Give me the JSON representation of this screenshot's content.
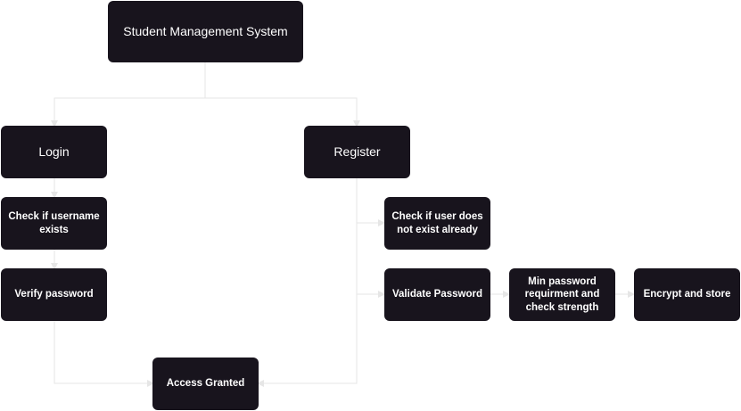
{
  "nodes": {
    "root": "Student Management System",
    "login": "Login",
    "register": "Register",
    "check_username": "Check if username exists",
    "verify_password": "Verify password",
    "access_granted": "Access Granted",
    "check_user": "Check if user does not exist already",
    "validate_password": "Validate Password",
    "min_password": "Min password requirment and check strength",
    "encrypt_store": "Encrypt and store"
  },
  "colors": {
    "node_fill": "#18141d",
    "node_text": "#ffffff",
    "edge": "#e6e6e6"
  }
}
